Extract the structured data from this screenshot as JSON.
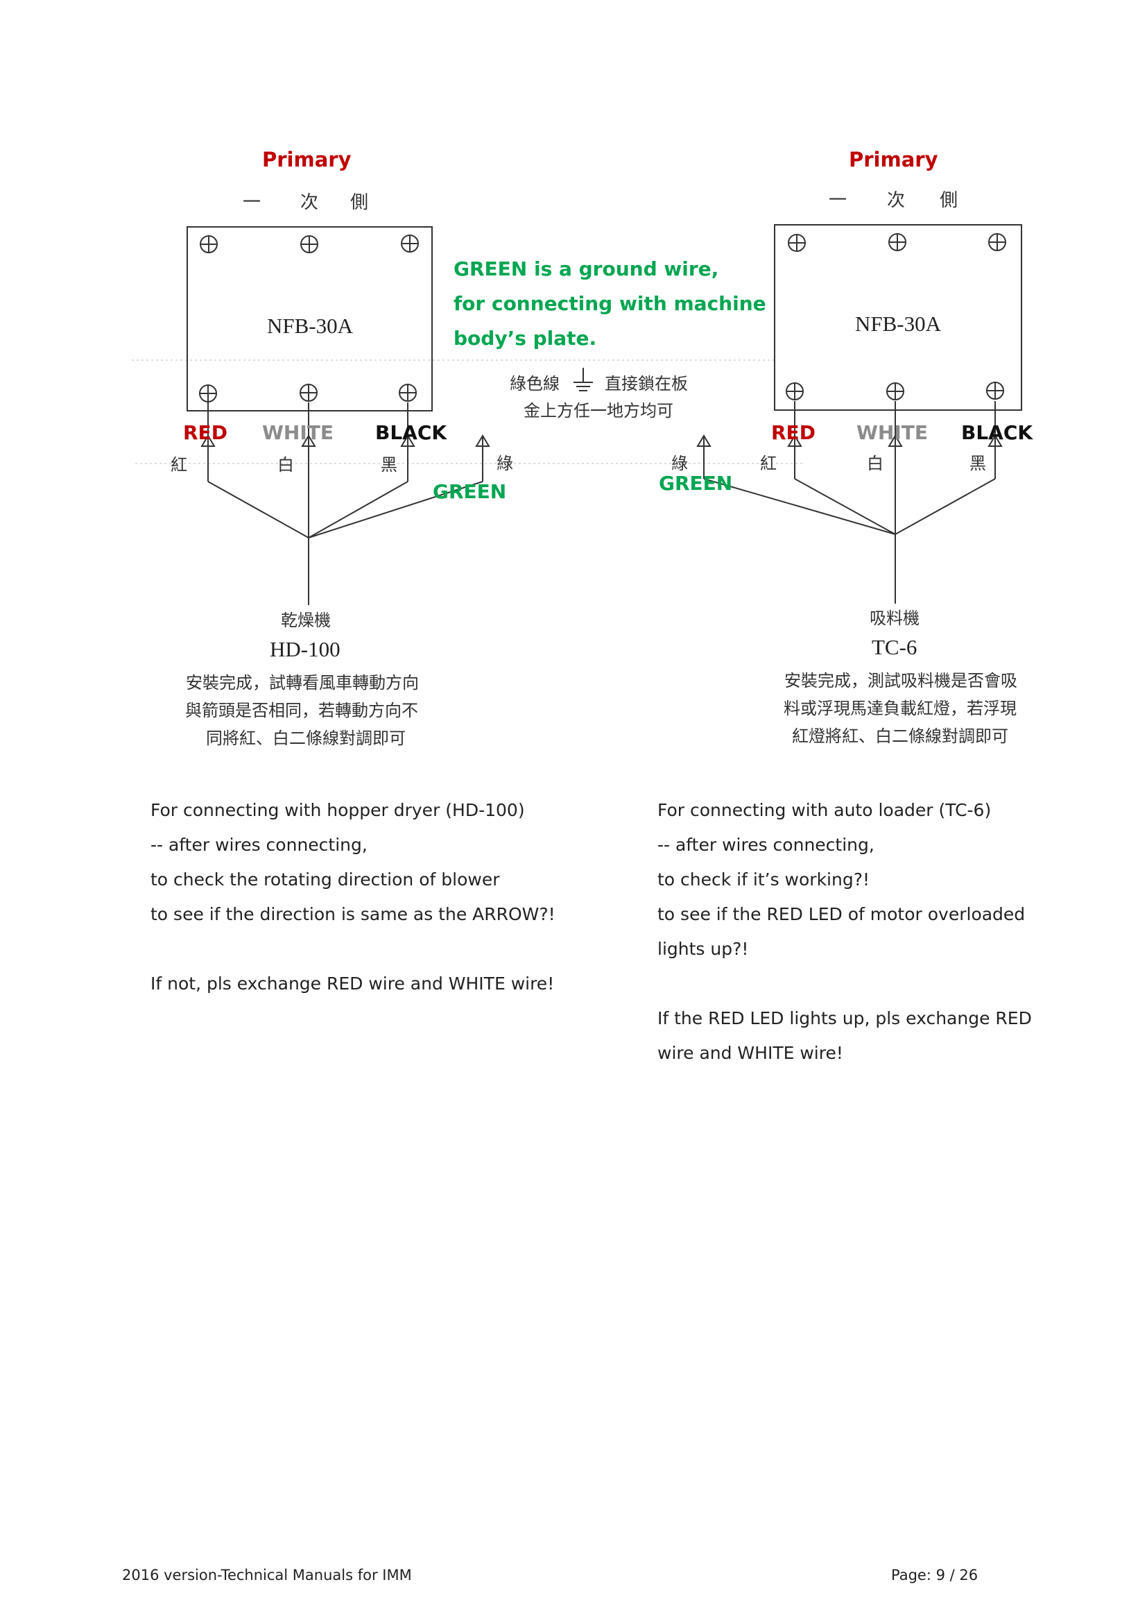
{
  "diagram": {
    "green_note": [
      "GREEN is a ground wire,",
      "for connecting with machine",
      "body’s plate."
    ],
    "ground_note_cn": [
      "綠色線",
      "直接鎖在板",
      "金上方任一地方均可"
    ],
    "left": {
      "primary": "Primary",
      "primary_cn": [
        "一",
        "次",
        "側"
      ],
      "breaker": "NFB-30A",
      "wire_labels": {
        "red": "RED",
        "white": "WHITE",
        "black": "BLACK",
        "green": "GREEN"
      },
      "wire_labels_cn": {
        "red": "紅",
        "white": "白",
        "black": "黑",
        "green": "綠"
      },
      "device_cn": "乾燥機",
      "device": "HD-100",
      "note_cn": [
        "安裝完成，試轉看風車轉動方向",
        "與箭頭是否相同，若轉動方向不",
        "同將紅、白二條線對調即可"
      ]
    },
    "right": {
      "primary": "Primary",
      "primary_cn": [
        "一",
        "次",
        "側"
      ],
      "breaker": "NFB-30A",
      "wire_labels": {
        "red": "RED",
        "white": "WHITE",
        "black": "BLACK",
        "green": "GREEN"
      },
      "wire_labels_cn": {
        "red": "紅",
        "white": "白",
        "black": "黑",
        "green": "綠"
      },
      "device_cn": "吸料機",
      "device": "TC-6",
      "note_cn": [
        "安裝完成，測試吸料機是否會吸",
        "料或浮現馬達負載紅燈，若浮現",
        "紅燈將紅、白二條線對調即可"
      ]
    }
  },
  "left_text": {
    "lines": [
      "For connecting with hopper dryer (HD-100)",
      "-- after wires connecting,",
      "to check the rotating direction of blower",
      "to see if the direction is same as the ARROW?!"
    ],
    "closing": "If not, pls exchange RED wire and WHITE wire!"
  },
  "right_text": {
    "lines": [
      "For connecting with auto loader (TC-6)",
      "-- after wires connecting,",
      "to check if it’s working?!",
      "to see if the RED LED of motor overloaded",
      "lights up?!"
    ],
    "closing": [
      "If the RED LED lights up, pls exchange RED",
      "wire and WHITE wire!"
    ]
  },
  "footer": {
    "left": "2016 version-Technical Manuals for IMM",
    "right": "Page: 9 / 26"
  },
  "colors": {
    "red_label": "#c00000",
    "white_label": "#8c8c8c",
    "black_label": "#111111",
    "green_label": "#00a650",
    "line": "#333333"
  }
}
